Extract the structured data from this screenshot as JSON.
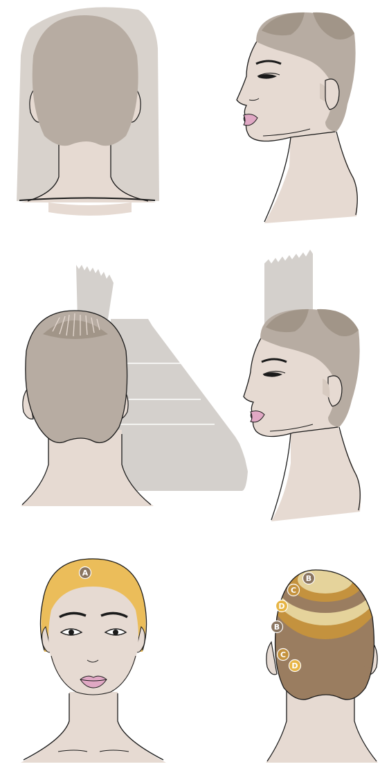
{
  "colors": {
    "skin": "#e6dad2",
    "skin_shadow": "#d7cac0",
    "hair_gray": "#b7aca2",
    "hair_dark": "#a19588",
    "hair_long": "#d8d2cc",
    "guide": "#d4d0cc",
    "outline": "#1a1a1a",
    "lips": "#e0a8c4",
    "color_a": "#ebbd5a",
    "color_b_light": "#e5d39b",
    "color_b_badge": "#8a7560",
    "color_c": "#c4923e",
    "color_d_badge": "#e7b545",
    "color_brown": "#9a7d60"
  },
  "panels": [
    {
      "name": "before-back-view",
      "icon": "long-hair-back-head"
    },
    {
      "name": "after-side-view",
      "icon": "short-hair-side-head"
    },
    {
      "name": "cutting-guide-back-view",
      "icon": "graduated-guide-back-head"
    },
    {
      "name": "cutting-guide-side-view",
      "icon": "graduated-guide-side-head"
    },
    {
      "name": "color-front-view",
      "icon": "color-front-head"
    },
    {
      "name": "color-back-view",
      "icon": "color-back-head"
    }
  ],
  "front_badges": [
    {
      "label": "A"
    }
  ],
  "back_badges": [
    {
      "label": "B"
    },
    {
      "label": "C"
    },
    {
      "label": "D"
    },
    {
      "label": "B"
    },
    {
      "label": "C"
    },
    {
      "label": "D"
    }
  ]
}
